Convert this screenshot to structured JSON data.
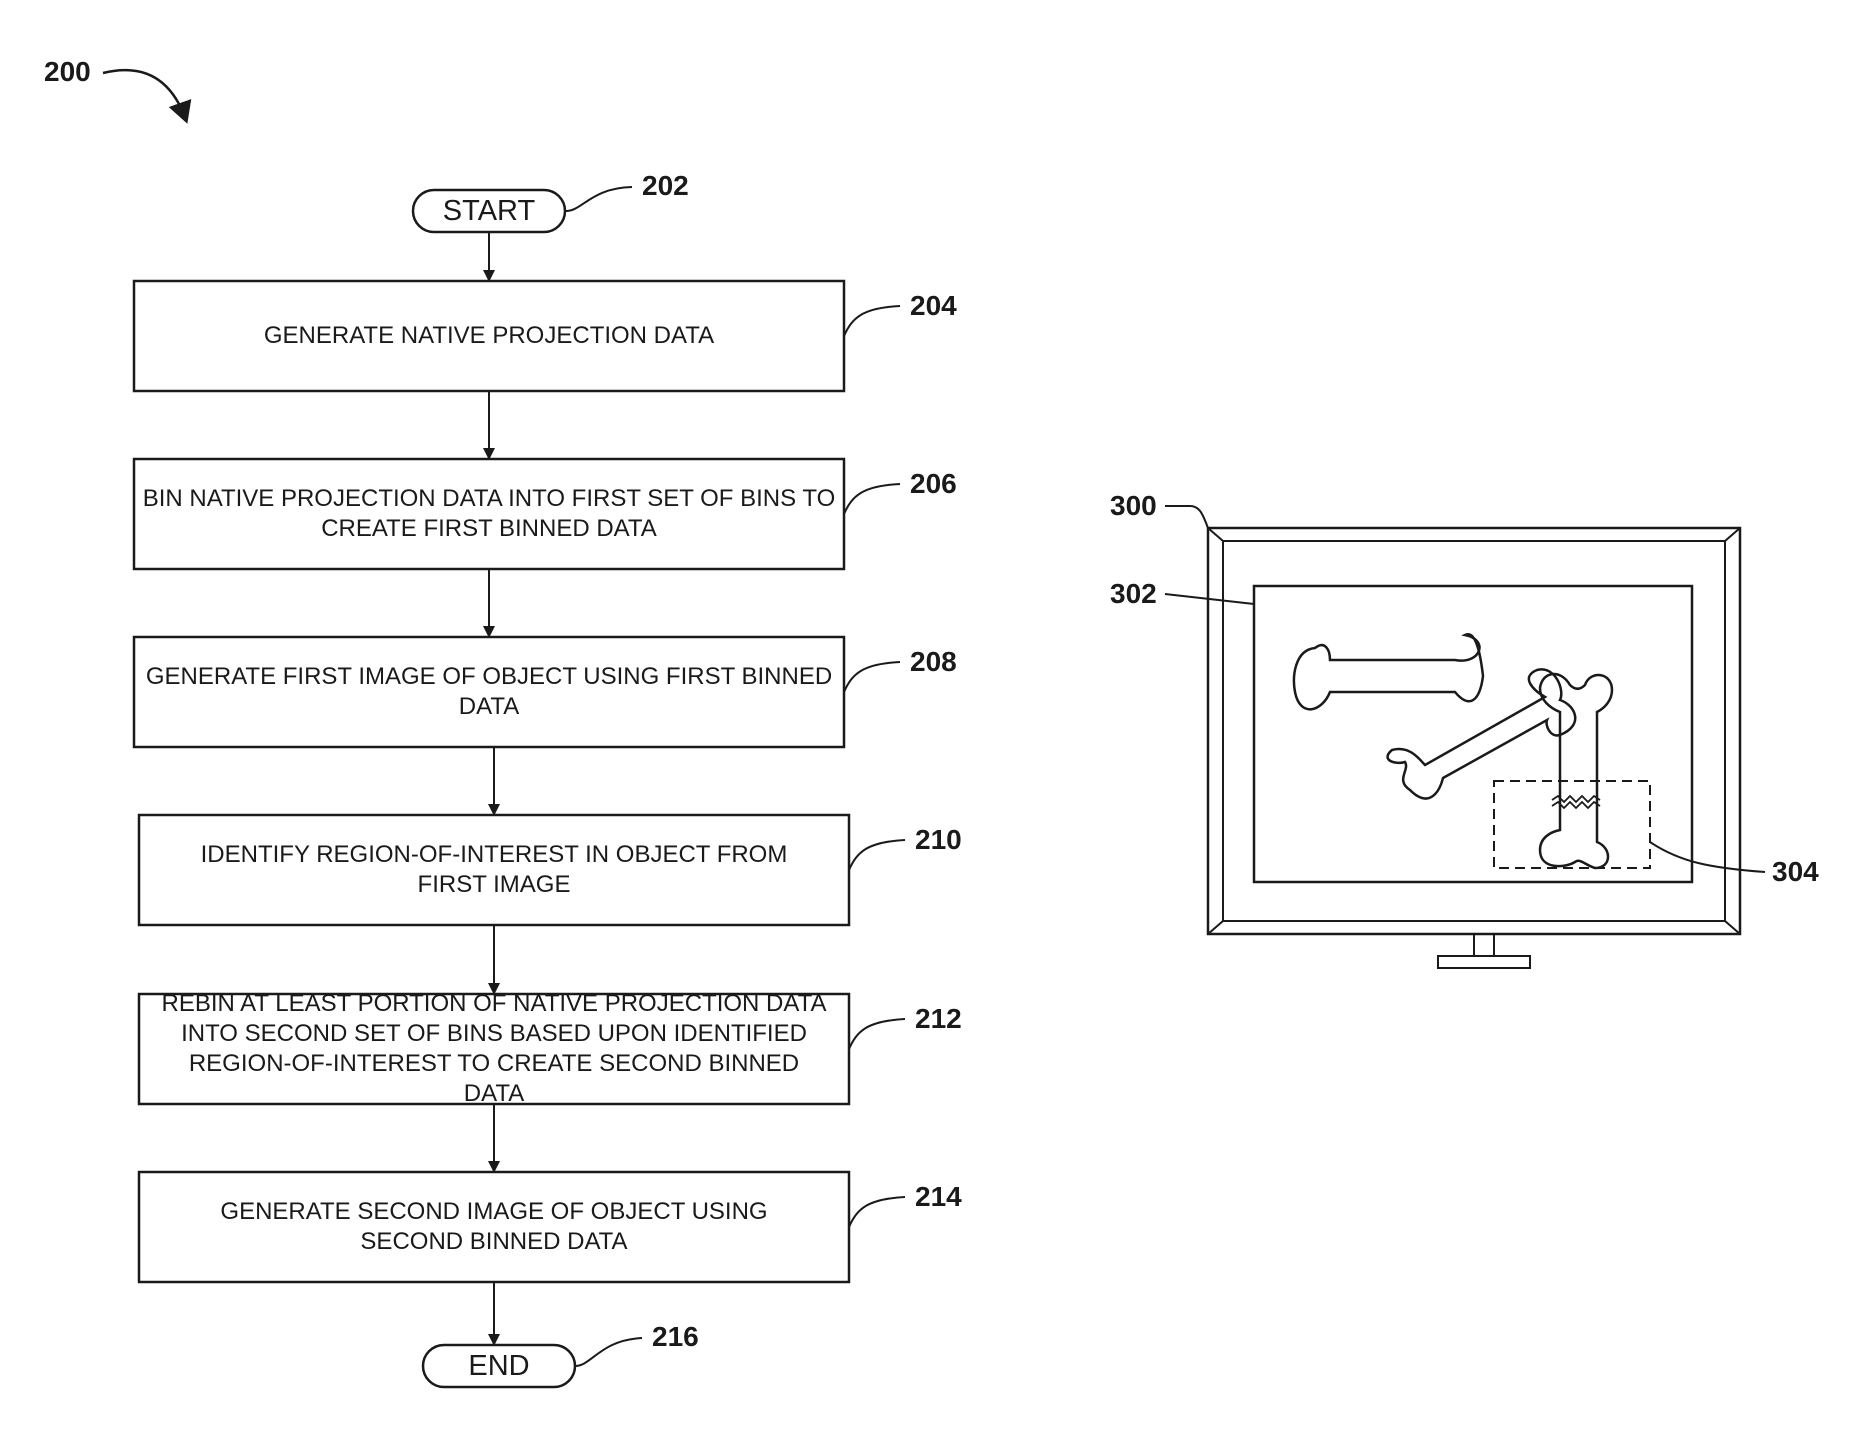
{
  "figure_refs": {
    "flow": "200",
    "display": "300",
    "image": "302",
    "region": "304"
  },
  "terminals": {
    "start": {
      "label": "START",
      "ref": "202"
    },
    "end": {
      "label": "END",
      "ref": "216"
    }
  },
  "steps": [
    {
      "ref": "204",
      "text": "GENERATE NATIVE PROJECTION DATA"
    },
    {
      "ref": "206",
      "text": "BIN NATIVE PROJECTION DATA INTO FIRST SET OF BINS TO CREATE FIRST BINNED DATA"
    },
    {
      "ref": "208",
      "text": "GENERATE FIRST IMAGE OF OBJECT USING FIRST BINNED DATA"
    },
    {
      "ref": "210",
      "text": "IDENTIFY REGION-OF-INTEREST IN OBJECT FROM FIRST IMAGE"
    },
    {
      "ref": "212",
      "text": "REBIN AT LEAST PORTION OF NATIVE PROJECTION DATA INTO SECOND SET OF BINS BASED UPON IDENTIFIED REGION-OF-INTEREST TO CREATE SECOND BINNED DATA"
    },
    {
      "ref": "214",
      "text": "GENERATE SECOND IMAGE OF OBJECT USING SECOND BINNED DATA"
    }
  ],
  "colors": {
    "ink": "#1a1a1a",
    "background": "#ffffff"
  }
}
